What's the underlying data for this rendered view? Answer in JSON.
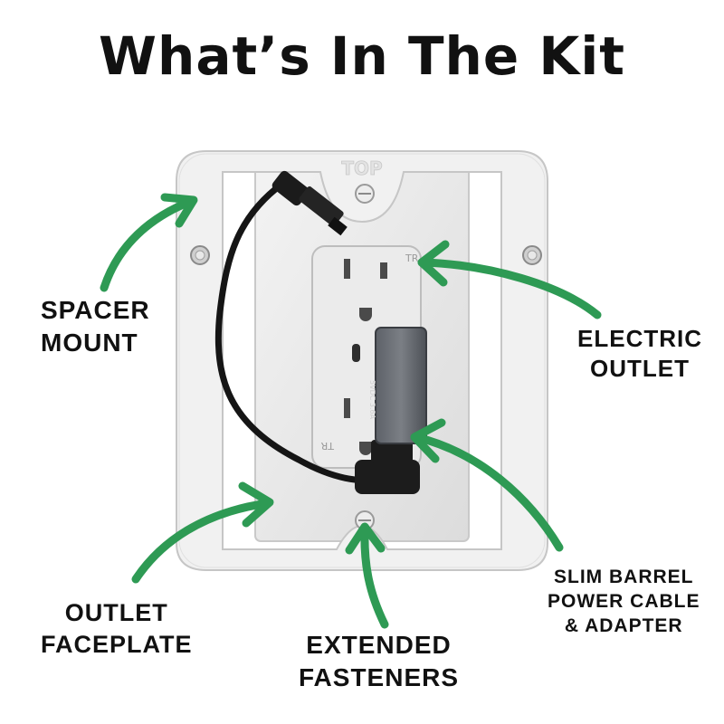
{
  "title": "What’s In The Kit",
  "frame": {
    "top_label": "TOP"
  },
  "outlet": {
    "mark_tr_top": "TR",
    "mark_tr_bottom": "TR"
  },
  "adapter": {
    "rating": "5VDC 3.6A"
  },
  "labels": {
    "spacer_mount": [
      "SPACER",
      "MOUNT"
    ],
    "electric_outlet": [
      "ELECTRIC",
      "OUTLET"
    ],
    "outlet_faceplate": [
      "OUTLET",
      "FACEPLATE"
    ],
    "extended_fasteners": [
      "EXTENDED",
      "FASTENERS"
    ],
    "slim_barrel_cable": [
      "SLIM BARREL",
      "POWER CABLE",
      "& ADAPTER"
    ]
  },
  "colors": {
    "arrow": "#2e9a54",
    "text": "#111111",
    "frame": "#f1f1f1",
    "cable": "#151515"
  }
}
